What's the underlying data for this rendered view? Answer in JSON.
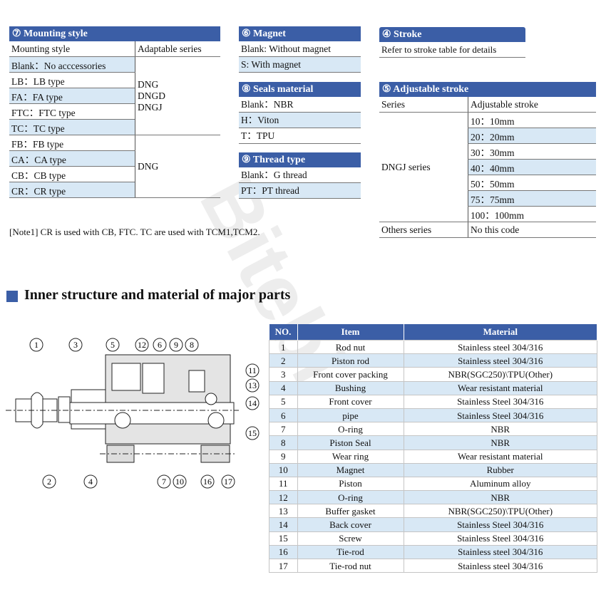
{
  "watermark": "Bitebi",
  "mounting": {
    "title": "⑦ Mounting style",
    "col1": "Mounting style",
    "col2": "Adaptable series",
    "rows": [
      "Blank：No acccessories",
      "LB：LB type",
      "FA：FA type",
      "FTC：FTC type",
      "TC：TC type",
      "FB：FB type",
      "CA：CA type",
      "CB：CB type",
      "CR：CR type"
    ],
    "group1": [
      "DNG",
      "DNGD",
      "DNGJ"
    ],
    "group2": "DNG"
  },
  "magnet": {
    "title": "⑥ Magnet",
    "rows": [
      "Blank: Without magnet",
      "S: With magnet"
    ]
  },
  "seals": {
    "title": "⑧ Seals material",
    "rows": [
      "Blank：NBR",
      "H：Viton",
      "T：TPU"
    ]
  },
  "thread": {
    "title": "⑨ Thread type",
    "rows": [
      "Blank：G thread",
      "PT：PT thread"
    ]
  },
  "stroke": {
    "title": "④ Stroke",
    "text": "Refer to stroke table for details"
  },
  "adjustable": {
    "title": "⑤ Adjustable stroke",
    "col1": "Series",
    "col2": "Adjustable stroke",
    "series": "DNGJ series",
    "rows": [
      "10：10mm",
      "20：20mm",
      "30：30mm",
      "40：40mm",
      "50：50mm",
      "75：75mm",
      "100：100mm"
    ],
    "others": "Others series",
    "others_value": "No this code"
  },
  "note": "[Note1] CR is used with CB, FTC. TC are used with TCM1,TCM2.",
  "section_title": "Inner structure and material of major parts",
  "diagram_callouts": [
    "1",
    "3",
    "5",
    "12",
    "6",
    "9",
    "8",
    "11",
    "13",
    "14",
    "15",
    "2",
    "4",
    "7",
    "10",
    "16",
    "17"
  ],
  "parts": {
    "headers": [
      "NO.",
      "Item",
      "Material"
    ],
    "rows": [
      [
        "1",
        "Rod nut",
        "Stainless steel 304/316"
      ],
      [
        "2",
        "Piston rod",
        "Stainless steel 304/316"
      ],
      [
        "3",
        "Front cover packing",
        "NBR(SGC250)\\TPU(Other)"
      ],
      [
        "4",
        "Bushing",
        "Wear resistant material"
      ],
      [
        "5",
        "Front cover",
        "Stainless Steel 304/316"
      ],
      [
        "6",
        "pipe",
        "Stainless Steel 304/316"
      ],
      [
        "7",
        "O-ring",
        "NBR"
      ],
      [
        "8",
        "Piston Seal",
        "NBR"
      ],
      [
        "9",
        "Wear ring",
        "Wear resistant material"
      ],
      [
        "10",
        "Magnet",
        "Rubber"
      ],
      [
        "11",
        "Piston",
        "Aluminum alloy"
      ],
      [
        "12",
        "O-ring",
        "NBR"
      ],
      [
        "13",
        "Buffer gasket",
        "NBR(SGC250)\\TPU(Other)"
      ],
      [
        "14",
        "Back cover",
        "Stainless Steel 304/316"
      ],
      [
        "15",
        "Screw",
        "Stainless Steel 304/316"
      ],
      [
        "16",
        "Tie-rod",
        "Stainless steel 304/316"
      ],
      [
        "17",
        "Tie-rod nut",
        "Stainless steel 304/316"
      ]
    ]
  }
}
